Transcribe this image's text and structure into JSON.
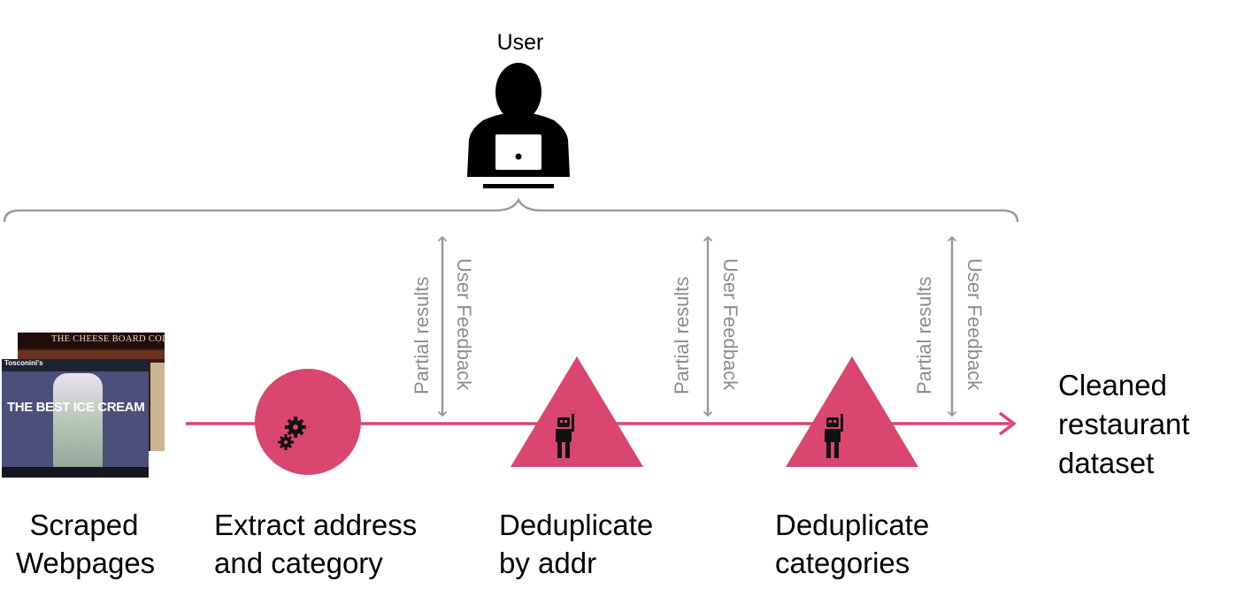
{
  "user": {
    "label": "User"
  },
  "source": {
    "label": "Scraped\nWebpages",
    "screenshot_back_title": "THE CHEESE BOARD COLLECTIVE",
    "screenshot_front_brand": "Tosconini's",
    "screenshot_front_headline": "THE BEST ICE CREAM"
  },
  "steps": [
    {
      "label": "Extract address\nand category",
      "shape": "circle",
      "icon": "gears-icon"
    },
    {
      "label": "Deduplicate\nby addr",
      "shape": "triangle",
      "icon": "robot-icon"
    },
    {
      "label": "Deduplicate\ncategories",
      "shape": "triangle",
      "icon": "robot-icon"
    }
  ],
  "feedback": [
    {
      "up_label": "Partial results",
      "down_label": "User Feedback"
    },
    {
      "up_label": "Partial results",
      "down_label": "User Feedback"
    },
    {
      "up_label": "Partial results",
      "down_label": "User Feedback"
    }
  ],
  "output": {
    "label": "Cleaned\nrestaurant\ndataset"
  },
  "colors": {
    "accent": "#d9466f",
    "connector": "#999999",
    "icon": "#111111"
  }
}
